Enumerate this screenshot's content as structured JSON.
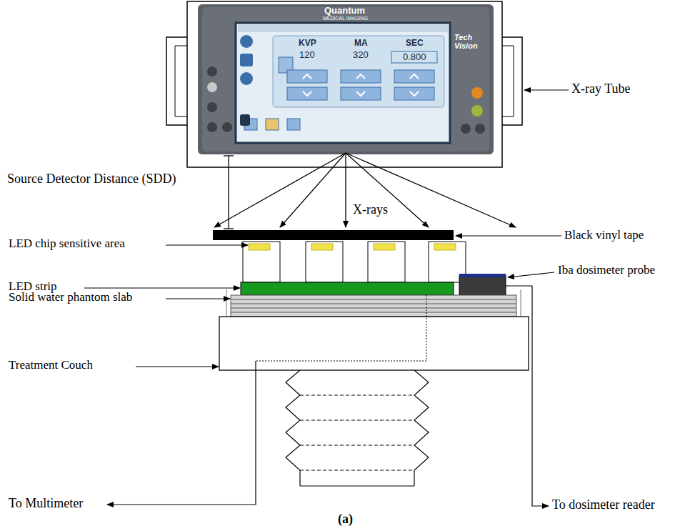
{
  "diagram": {
    "caption": "(a)",
    "nodes": [
      {
        "text": [
          "KVP",
          "120",
          "MA",
          "320",
          "SEC",
          "0.800"
        ]
      }
    ],
    "labels": [
      "X-ray Tube",
      "Source Detector Distance (SDD)",
      "X-rays",
      "LED chip sensitive area",
      "Black vinyl tape",
      "LED strip",
      "Iba dosimeter probe",
      "Solid water phantom slab",
      "Treatment Couch",
      "To Multimeter",
      "To dosimeter reader",
      "Quantum",
      "MEDICAL IMAGING",
      "Tech Vision"
    ]
  }
}
